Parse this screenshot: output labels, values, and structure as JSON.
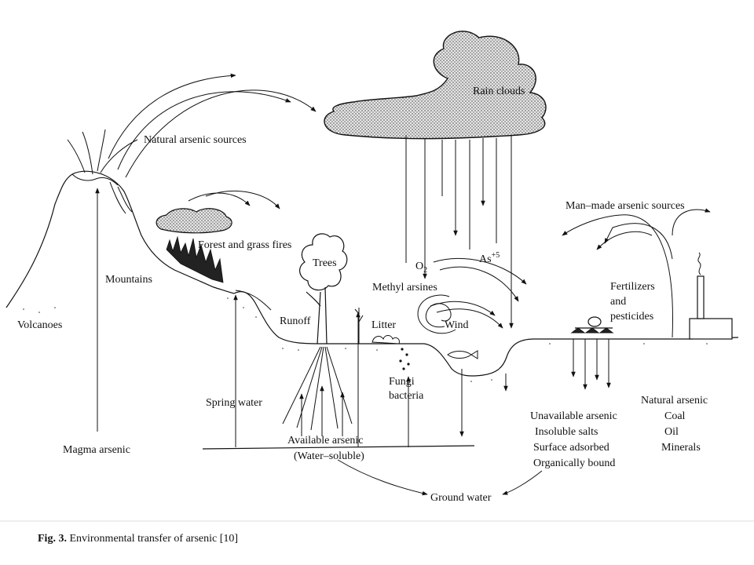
{
  "labels": {
    "natural_sources": "Natural arsenic sources",
    "rain_clouds": "Rain clouds",
    "forest_fires": "Forest and grass fires",
    "mountains": "Mountains",
    "volcanoes": "Volcanoes",
    "trees": "Trees",
    "runoff": "Runoff",
    "litter": "Litter",
    "wind": "Wind",
    "o2": "O",
    "o2_sub": "2",
    "as5": "As",
    "as5_sup": "+5",
    "methyl_arsines": "Methyl arsines",
    "man_made_sources": "Man–made arsenic sources",
    "fertilizers_1": "Fertilizers",
    "fertilizers_2": "and",
    "fertilizers_3": "pesticides",
    "spring_water": "Spring water",
    "magma_arsenic": "Magma arsenic",
    "fungi": "Fungi",
    "bacteria": "bacteria",
    "available_1": "Available arsenic",
    "available_2": "(Water–soluble)",
    "unavailable_1": "Unavailable arsenic",
    "unavailable_2": "Insoluble salts",
    "unavailable_3": "Surface adsorbed",
    "unavailable_4": "Organically bound",
    "natural_arsenic_1": "Natural arsenic",
    "natural_arsenic_2": "Coal",
    "natural_arsenic_3": "Oil",
    "natural_arsenic_4": "Minerals",
    "ground_water": "Ground water"
  },
  "caption": {
    "prefix": "Fig. 3.",
    "text": " Environmental transfer of arsenic [10]"
  }
}
